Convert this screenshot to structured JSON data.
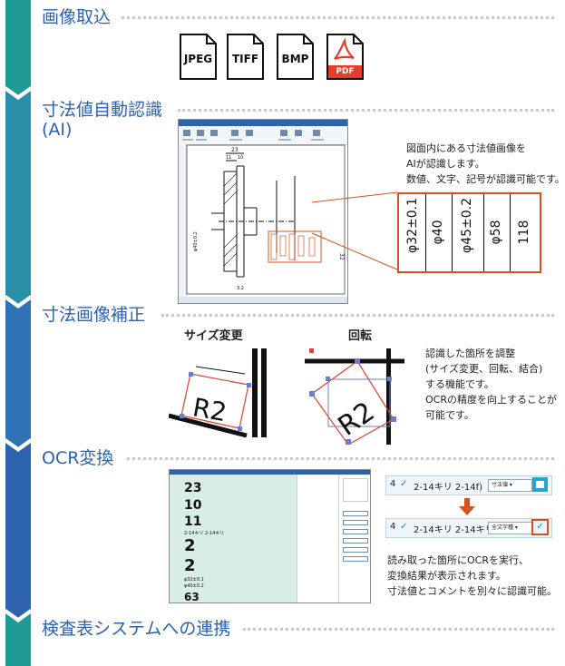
{
  "steps": [
    {
      "title": "画像取込"
    },
    {
      "title_line1": "寸法値自動認識",
      "title_line2": "(AI)"
    },
    {
      "title": "寸法画像補正"
    },
    {
      "title": "OCR変換"
    },
    {
      "title": "検査表システムへの連携"
    }
  ],
  "file_icons": [
    {
      "label": "JPEG"
    },
    {
      "label": "TIFF"
    },
    {
      "label": "BMP"
    },
    {
      "label": "PDF",
      "icon": "adobe-pdf-icon"
    }
  ],
  "ai_text": [
    "図面内にある寸法値画像を",
    "AIが認識します。",
    "数値、文字、記号が認識可能です。"
  ],
  "ai_zoom_labels": [
    "φ32±0.1",
    "φ40",
    "φ45±0.2",
    "φ58",
    "118"
  ],
  "drawing_dims": [
    "23",
    "11",
    "10",
    "φ40±0.2",
    "32",
    "3.2"
  ],
  "correction": {
    "resize_label": "サイズ変更",
    "rotate_label": "回転",
    "sample_text": "R2",
    "description": [
      "認識した箇所を調整",
      "(サイズ変更、回転、結合)",
      "する機能です。",
      "OCRの精度を向上することが",
      "可能です。"
    ]
  },
  "ocr": {
    "before_row": {
      "num": "4",
      "text": "2-14キリ 2-14f)",
      "mode": "寸法値"
    },
    "after_row": {
      "num": "4",
      "text": "2-14キリ 2-14キリ",
      "mode": "全文字種"
    },
    "description": [
      "読み取った箇所にOCRを実行、",
      "変換結果が表示されます。",
      "寸法値とコメントを別々に認識可能。"
    ],
    "table_values": [
      "23",
      "10",
      "11",
      "2-14キリ 2-14キリ",
      "2",
      "2",
      "φ32±0.1",
      "φ40±0.2",
      "63"
    ]
  },
  "colors": {
    "accent_blue": "#2c62b0",
    "teal": "#1f9a96",
    "orange": "#d8501e",
    "pdf_red": "#e2402c"
  }
}
